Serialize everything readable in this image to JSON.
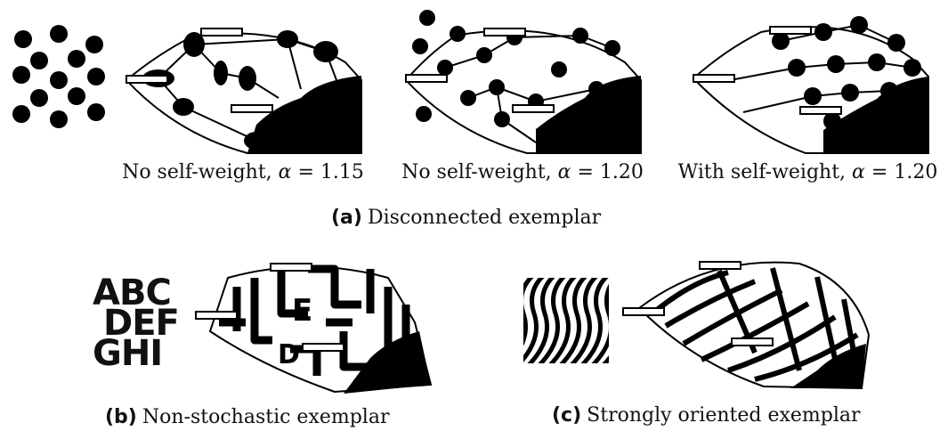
{
  "panel_a": {
    "captions": [
      {
        "prefix": "No self-weight, ",
        "symbol": "α",
        "value": " = 1.15"
      },
      {
        "prefix": "No self-weight, ",
        "symbol": "α",
        "value": " = 1.20"
      },
      {
        "prefix": "With self-weight, ",
        "symbol": "α",
        "value": " = 1.20"
      }
    ],
    "sub_label": "(a)",
    "sub_caption": "Disconnected exemplar"
  },
  "panel_b": {
    "exemplar_lines": [
      "ABC",
      "DEF",
      "GHI"
    ],
    "sub_label": "(b)",
    "sub_caption": "Non-stochastic exemplar"
  },
  "panel_c": {
    "sub_label": "(c)",
    "sub_caption": "Strongly oriented exemplar"
  }
}
